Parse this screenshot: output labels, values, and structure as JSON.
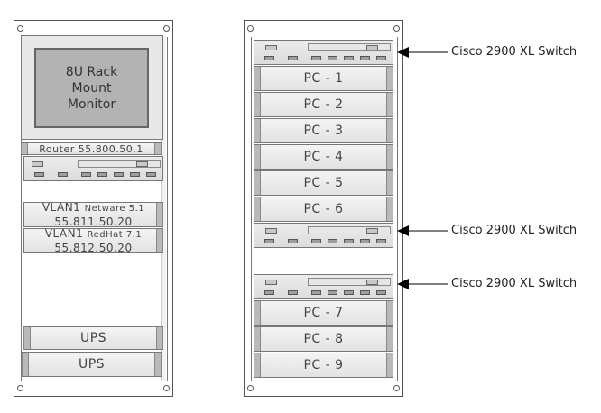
{
  "left_rack": {
    "monitor_label": "8U Rack Mount Monitor",
    "router_label": "Router 55.800.50.1",
    "vlan1": {
      "prefix": "VLAN1",
      "os": "Netware 5.1",
      "ip": "55.811.50.20"
    },
    "vlan2": {
      "prefix": "VLAN1",
      "os": "RedHat 7.1",
      "ip": "55.812.50.20"
    },
    "ups": [
      "UPS",
      "UPS"
    ]
  },
  "right_rack": {
    "pcs_top": [
      "PC - 1",
      "PC - 2",
      "PC - 3",
      "PC - 4",
      "PC - 5",
      "PC - 6"
    ],
    "pcs_bottom": [
      "PC - 7",
      "PC - 8",
      "PC - 9"
    ]
  },
  "callouts": [
    "Cisco 2900 XL Switch",
    "Cisco 2900 XL Switch",
    "Cisco 2900 XL Switch"
  ]
}
